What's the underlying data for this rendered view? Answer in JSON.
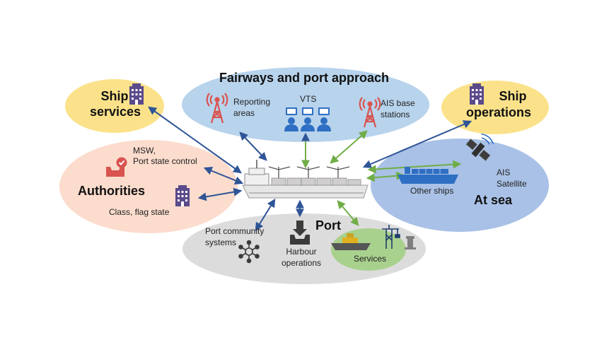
{
  "regions": {
    "ship_services": {
      "title_line1": "Ship",
      "title_line2": "services",
      "color": "#fbe28a"
    },
    "fairways": {
      "title": "Fairways and port approach",
      "reporting_line1": "Reporting",
      "reporting_line2": "areas",
      "vts": "VTS",
      "ais_base_line1": "AIS base",
      "ais_base_line2": "stations",
      "color": "#b8d3ec"
    },
    "ship_operations": {
      "title_line1": "Ship",
      "title_line2": "operations",
      "color": "#fbe28a"
    },
    "authorities": {
      "title": "Authorities",
      "msw_line1": "MSW,",
      "msw_line2": "Port state control",
      "class_flag": "Class, flag state",
      "color": "#fbdccd"
    },
    "at_sea": {
      "title": "At sea",
      "other_ships": "Other ships",
      "ais_line1": "AIS",
      "ais_line2": "Satellite",
      "color": "#a9c1e6"
    },
    "port": {
      "title": "Port",
      "pcs_line1": "Port community",
      "pcs_line2": "systems",
      "harbour_line1": "Harbour",
      "harbour_line2": "operations",
      "services": "Services",
      "color": "#dcdcdc",
      "services_color": "#a9d18e"
    }
  },
  "colors": {
    "blue_arrow": "#2f5597",
    "green_arrow": "#70ad47",
    "building": "#5b4a8b",
    "tower": "#d9534f",
    "vts_blue": "#2e6fc4",
    "dark_icon": "#3b3b3b"
  },
  "icons": [
    "building-icon",
    "radio-tower-icon",
    "vts-operators-icon",
    "inbox-check-icon",
    "container-ship-icon",
    "satellite-icon",
    "network-hub-icon",
    "download-tray-icon",
    "crane-icon",
    "bollard-icon",
    "tug-boat-icon"
  ]
}
